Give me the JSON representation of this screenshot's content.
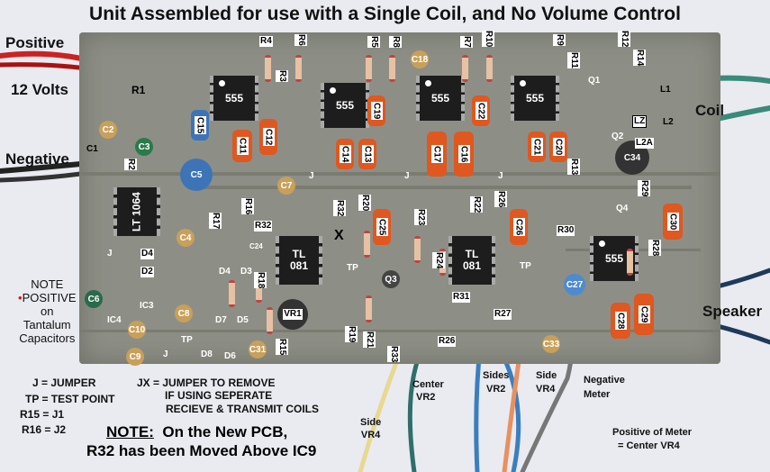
{
  "title": "Unit Assembled for use with a Single Coil, and No Volume Control",
  "left_labels": {
    "positive": "Positive",
    "volts": "12 Volts",
    "negative": "Negative"
  },
  "right_labels": {
    "coil": "Coil",
    "speaker": "Speaker"
  },
  "chips": {
    "ic555": "555",
    "tl": "TL",
    "t081": "081",
    "lt": "LT 1064"
  },
  "components": [
    "R4",
    "R6",
    "R3",
    "R5",
    "R8",
    "C18",
    "R7",
    "R10",
    "R9",
    "R11",
    "R12",
    "R14",
    "Q1",
    "L1",
    "R1",
    "C2",
    "C3",
    "C1",
    "R2",
    "C15",
    "C11",
    "C12",
    "C14",
    "C13",
    "C19",
    "C17",
    "C16",
    "C22",
    "C21",
    "C20",
    "LZ",
    "L2",
    "L2A",
    "Q2",
    "C34",
    "R13",
    "C5",
    "C7",
    "R16",
    "R17",
    "R32",
    "R32",
    "C25",
    "R20",
    "R23",
    "R22",
    "R26",
    "C26",
    "R30",
    "R29",
    "Q4",
    "C30",
    "C4",
    "D4",
    "D2",
    "C24",
    "TL",
    "R18",
    "D4",
    "D3",
    "TP",
    "Q3",
    "R24",
    "R28",
    "C27",
    "R31",
    "R27",
    "C28",
    "C29",
    "C6",
    "IC3",
    "C8",
    "IC4",
    "C10",
    "TP",
    "D7",
    "D5",
    "VR1",
    "R19",
    "R21",
    "C9",
    "J",
    "D8",
    "D6",
    "C31",
    "R15",
    "R33",
    "R26",
    "C33",
    "J",
    "J",
    "J",
    "J",
    "X",
    "TP"
  ],
  "notes": {
    "tantalum": [
      "NOTE",
      "POSITIVE",
      "on",
      "Tantalum",
      "Capacitors"
    ],
    "legend": [
      "J = JUMPER",
      "TP = TEST POINT",
      "R15 = J1",
      "R16 = J2"
    ],
    "jx": [
      "JX = JUMPER TO REMOVE",
      "IF USING SEPERATE",
      "RECIEVE & TRANSMIT COILS"
    ],
    "note_head": "NOTE:",
    "note_body": "On the New PCB,",
    "note_line2": "R32 has been Moved Above IC9"
  },
  "wires": {
    "side_vr4": [
      "Side",
      "VR4"
    ],
    "center_vr2": [
      "Center",
      "VR2"
    ],
    "sides_vr2": [
      "Sides",
      "VR2"
    ],
    "side_vr4b": [
      "Side",
      "VR4"
    ],
    "neg_meter": [
      "Negative",
      "Meter"
    ],
    "pos_meter": [
      "Positive of Meter",
      "= Center VR4"
    ]
  },
  "colors": {
    "pcb": "#8d8f86",
    "background": "#e9ebf1",
    "polarity_dot": "#e01010"
  }
}
